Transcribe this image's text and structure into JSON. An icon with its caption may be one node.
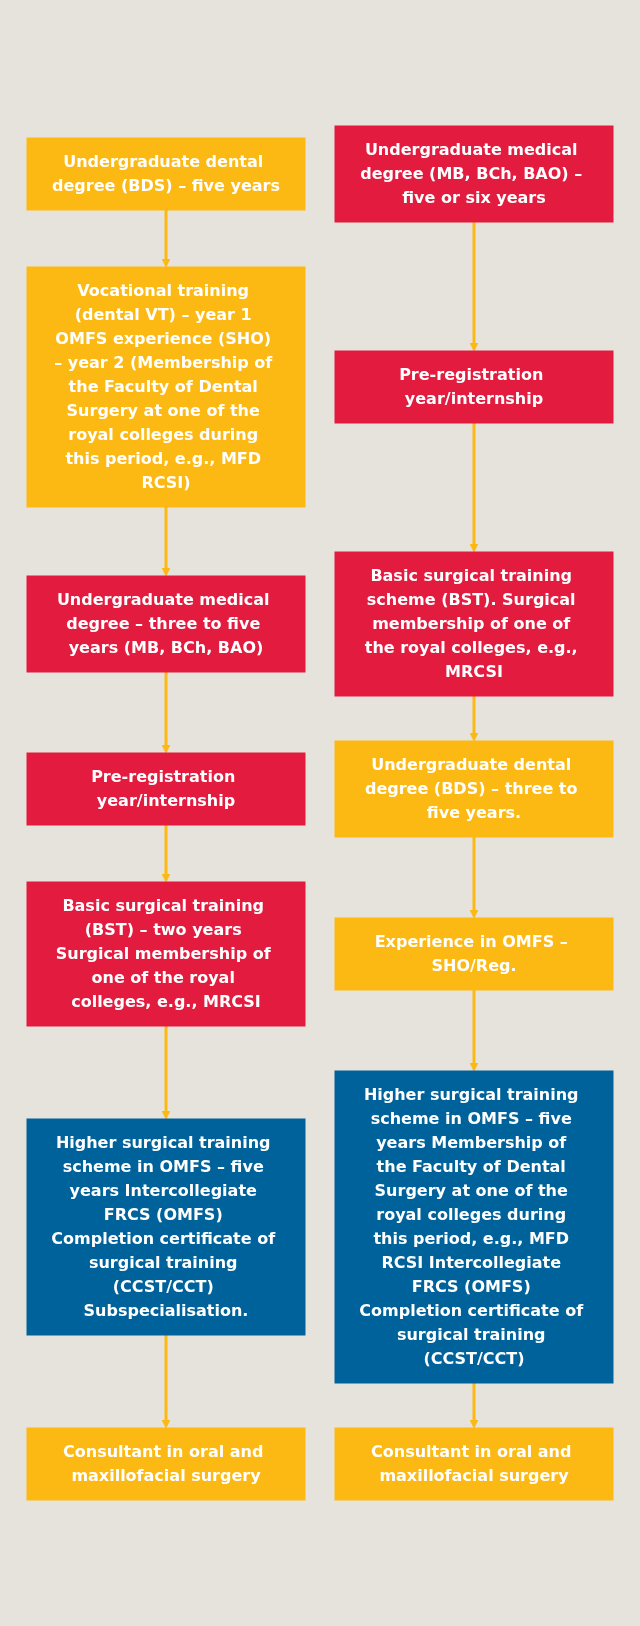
{
  "diagram": {
    "nodes": [
      {
        "text": [
          "Undergraduate dental degree (BDS) – five years"
        ]
      },
      {
        "text": [
          "Vocational training (dental VT) – year 1 OMFS experience (SHO) – year 2 (Membership of the Faculty of Dental Surgery at one of the royal colleges during this period, e.g., MFD RCSI)"
        ]
      },
      {
        "text": [
          "Undergraduate medical degree – three to five years (MB, BCh, BAO)"
        ]
      },
      {
        "text": [
          "Pre-registration year/internship"
        ]
      },
      {
        "text": [
          "Basic surgical training (BST) – two years Surgical membership of one of the royal colleges, e.g., MRCSI"
        ]
      },
      {
        "text": [
          "Higher surgical training scheme in OMFS – five years Intercollegiate FRCS (OMFS) Completion certificate of surgical training (CCST/CCT) Subspecialisation."
        ]
      },
      {
        "text": [
          "Consultant in oral and maxillofacial surgery"
        ]
      },
      {
        "text": [
          "Undergraduate medical degree (MB, BCh, BAO) – five or six years"
        ]
      },
      {
        "text": [
          "Pre-registration year/internship"
        ]
      },
      {
        "text": [
          "Basic surgical training scheme (BST). Surgical membership of one of the royal colleges, e.g., MRCSI"
        ]
      },
      {
        "text": [
          "Undergraduate dental degree (BDS) – three to five years."
        ]
      },
      {
        "text": [
          "Experience in OMFS – SHO/Reg."
        ]
      },
      {
        "text": [
          "Higher surgical training scheme in OMFS – five years Membership of the Faculty of Dental Surgery at one of the royal colleges during this period, e.g., MFD RCSI Intercollegiate FRCS (OMFS) Completion certificate of surgical training (CCST/CCT)"
        ]
      },
      {
        "text": [
          "Consultant in oral and maxillofacial surgery"
        ]
      }
    ],
    "edges": [
      {
        "from": 0,
        "to": 1,
        "arrow": "to"
      },
      {
        "from": 1,
        "to": 2,
        "arrow": "to"
      },
      {
        "from": 2,
        "to": 3,
        "arrow": "to"
      },
      {
        "from": 3,
        "to": 4,
        "arrow": "to"
      },
      {
        "from": 4,
        "to": 5,
        "arrow": "to"
      },
      {
        "from": 5,
        "to": 6,
        "arrow": "to"
      },
      {
        "from": 7,
        "to": 8,
        "arrow": "to"
      },
      {
        "from": 8,
        "to": 9,
        "arrow": "to"
      },
      {
        "from": 9,
        "to": 10,
        "arrow": "to"
      },
      {
        "from": 10,
        "to": 11,
        "arrow": "to"
      },
      {
        "from": 11,
        "to": 12,
        "arrow": "to"
      },
      {
        "from": 12,
        "to": 13,
        "arrow": "to"
      }
    ]
  }
}
